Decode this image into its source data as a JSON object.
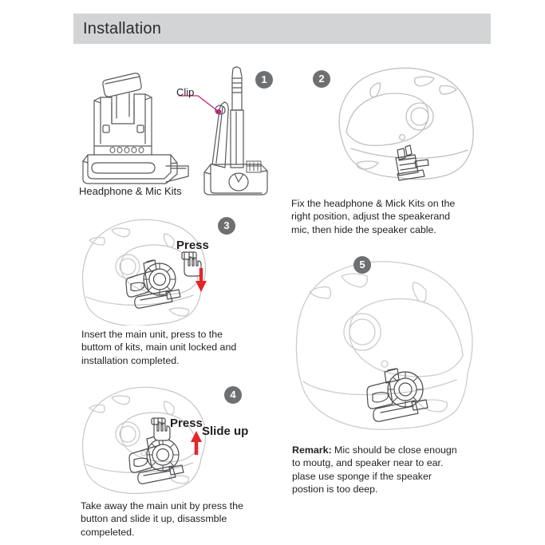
{
  "header": {
    "title": "Installation",
    "bar_color": "#d3d4d6"
  },
  "colors": {
    "badge_fill": "#6e6f71",
    "badge_text": "#ffffff",
    "line": "#58595b",
    "line_light": "#c9cacc",
    "arrow_red": "#e3262b",
    "clip_leader": "#c0267e",
    "text": "#231f20"
  },
  "steps": [
    {
      "number": "1",
      "caption": "Headphone & Mic Kits",
      "annotations": [
        {
          "name": "clip-label",
          "text": "Clip"
        }
      ]
    },
    {
      "number": "2",
      "caption": "Fix the headphone & Mick Kits on the\nright position, adjust the speakerand\nmic, then hide the speaker cable.",
      "annotations": []
    },
    {
      "number": "3",
      "caption": "Insert the main unit, press to the\nbuttom of kits, main unit locked and\ninstallation completed.",
      "annotations": [
        {
          "name": "press-label",
          "text": "Press"
        }
      ]
    },
    {
      "number": "4",
      "caption": "Take away the main unit by press the\nbutton and slide it up, disassmble\ncompeleted.",
      "annotations": [
        {
          "name": "press-label",
          "text": "Press"
        },
        {
          "name": "slide-up-label",
          "text": "Slide up"
        }
      ]
    },
    {
      "number": "5",
      "caption": "",
      "annotations": []
    }
  ],
  "remark": {
    "label": "Remark:",
    "text": " Mic should be close enougn\nto moutg, and speaker near to ear.\nplase use sponge if the speaker\npostion is too deep."
  }
}
